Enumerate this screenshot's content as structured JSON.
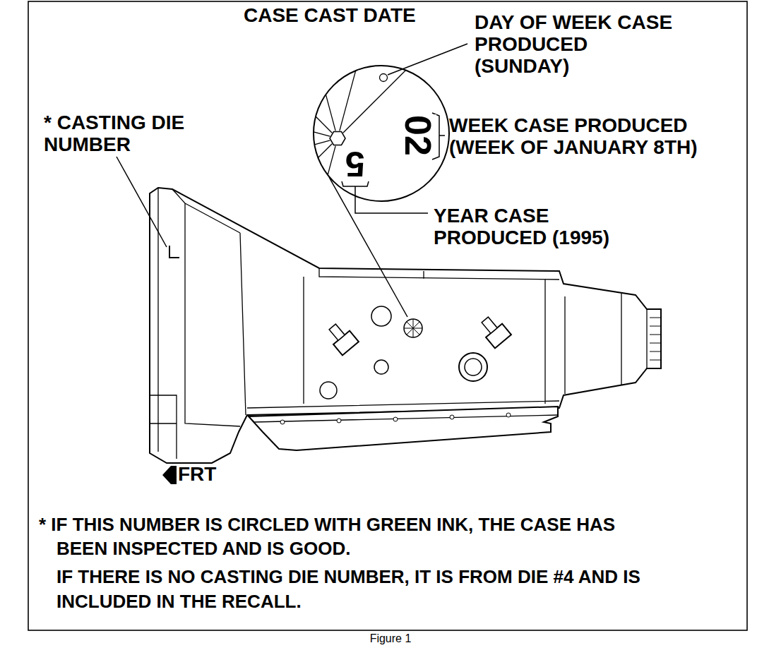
{
  "diagram": {
    "caption": "Figure 1",
    "nodes": [
      {
        "text": [
          "02",
          "5"
        ]
      }
    ],
    "labels": [
      "CASE CAST DATE",
      "DAY OF WEEK CASE PRODUCED (SUNDAY)",
      "* CASTING DIE NUMBER",
      "WEEK CASE PRODUCED (WEEK OF JANUARY 8TH)",
      "YEAR CASE PRODUCED (1995)",
      "FRT",
      "* IF THIS NUMBER IS CIRCLED WITH GREEN INK, THE CASE HAS BEEN INSPECTED AND IS GOOD.",
      "IF THERE IS NO CASTING DIE NUMBER, IT IS FROM DIE #4 AND IS INCLUDED IN THE RECALL."
    ]
  }
}
